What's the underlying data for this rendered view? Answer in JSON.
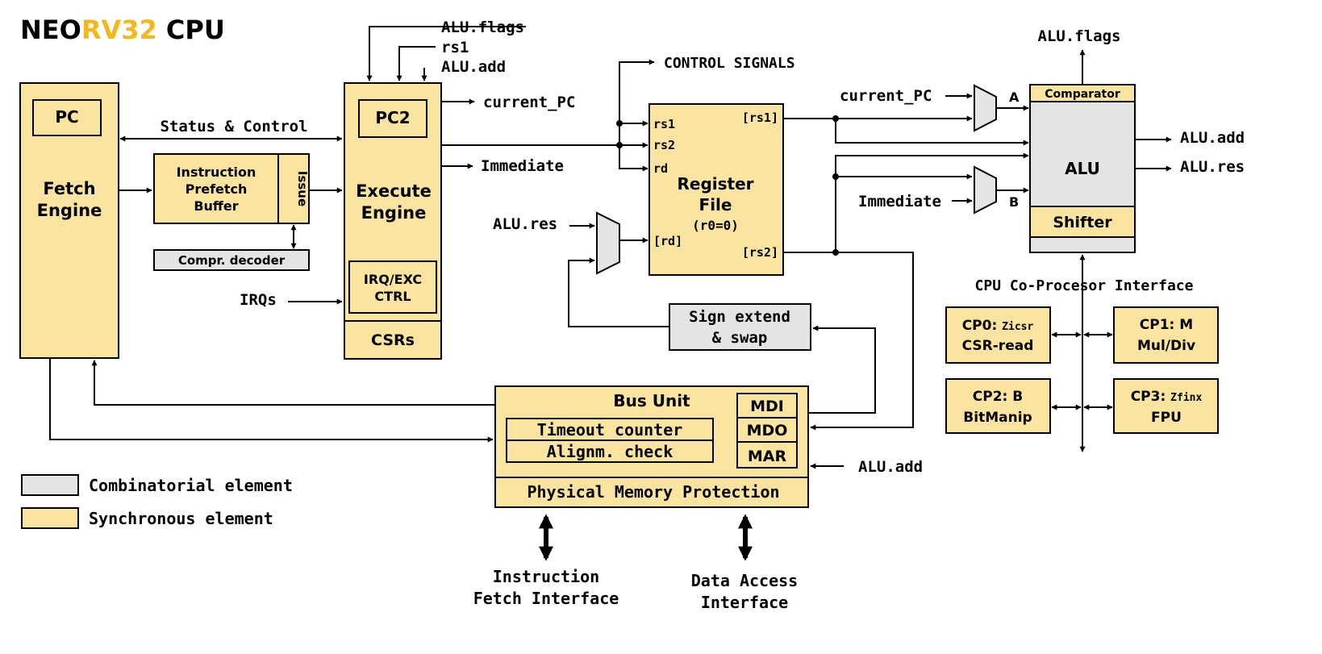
{
  "title": {
    "prefix": "NEO",
    "accent": "RV32",
    "suffix": " CPU"
  },
  "colors": {
    "sync": "#FBE4A0",
    "comb": "#E4E4E4",
    "accent": "#F2B81C",
    "line": "#000000"
  },
  "fetch": {
    "pc": "PC",
    "name_line1": "Fetch",
    "name_line2": "Engine"
  },
  "status_control": "Status & Control",
  "prefetch": {
    "line1": "Instruction",
    "line2": "Prefetch",
    "line3": "Buffer",
    "issue": "Issue"
  },
  "compr_decoder": "Compr. decoder",
  "execute": {
    "pc2": "PC2",
    "name_line1": "Execute",
    "name_line2": "Engine",
    "irq_line1": "IRQ/EXC",
    "irq_line2": "CTRL",
    "csrs": "CSRs"
  },
  "exec_inputs": {
    "alu_flags": "ALU.flags",
    "rs1": "rs1",
    "alu_add": "ALU.add",
    "irqs": "IRQs"
  },
  "exec_outputs": {
    "current_pc": "current_PC",
    "immediate": "Immediate"
  },
  "control_signals": "CONTROL SIGNALS",
  "regfile": {
    "rs1": "rs1",
    "rs2": "rs2",
    "rd": "rd",
    "out_rs1": "[rs1]",
    "in_rd": "[rd]",
    "out_rs2": "[rs2]",
    "name_line1": "Register",
    "name_line2": "File",
    "note": "(r0=0)"
  },
  "alu_res_in": "ALU.res",
  "sign_extend": {
    "line1": "Sign extend",
    "line2": "& swap"
  },
  "alu_side": {
    "current_pc": "current_PC",
    "immediate": "Immediate",
    "mux_a": "A",
    "mux_b": "B"
  },
  "alu": {
    "comparator": "Comparator",
    "name": "ALU",
    "shifter": "Shifter",
    "flags": "ALU.flags",
    "add": "ALU.add",
    "res": "ALU.res"
  },
  "coproc": {
    "title": "CPU Co-Procesor Interface",
    "cp0": {
      "label": "CP0:",
      "ext": "Zicsr",
      "line2": "CSR-read"
    },
    "cp1": {
      "label": "CP1: M",
      "line2": "Mul/Div"
    },
    "cp2": {
      "label": "CP2: B",
      "line2": "BitManip"
    },
    "cp3": {
      "label": "CP3:",
      "ext": "Zfinx",
      "line2": "FPU"
    }
  },
  "bus": {
    "name": "Bus Unit",
    "timeout": "Timeout counter",
    "align": "Alignm. check",
    "mdi": "MDI",
    "mdo": "MDO",
    "mar": "MAR",
    "pmp": "Physical Memory Protection",
    "alu_add_in": "ALU.add"
  },
  "interfaces": {
    "ifetch_line1": "Instruction",
    "ifetch_line2": "Fetch Interface",
    "data_line1": "Data Access",
    "data_line2": "Interface"
  },
  "legend": {
    "comb": "Combinatorial element",
    "sync": "Synchronous element"
  }
}
